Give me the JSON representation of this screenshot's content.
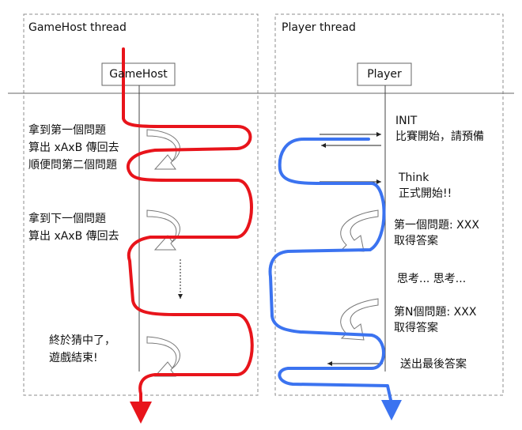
{
  "lanes": {
    "gamehost": {
      "title": "GameHost thread",
      "actor": "GameHost"
    },
    "player": {
      "title": "Player thread",
      "actor": "Player"
    }
  },
  "gamehost_steps": [
    {
      "lines": [
        "拿到第一個問題",
        "算出 xAxB 傳回去",
        "順便問第二個問題"
      ]
    },
    {
      "lines": [
        "拿到下一個問題",
        "算出 xAxB 傳回去"
      ]
    },
    {
      "lines": [
        "終於猜中了，",
        "遊戲結束!"
      ]
    }
  ],
  "player_steps": [
    {
      "lines": [
        "INIT",
        "比賽開始，請預備"
      ]
    },
    {
      "lines": [
        "Think",
        "正式開始!!"
      ]
    },
    {
      "lines": [
        "第一個問題: XXX",
        "取得答案"
      ]
    },
    {
      "lines": [
        "思考... 思考..."
      ]
    },
    {
      "lines": [
        "第N個問題: XXX",
        "取得答案"
      ]
    },
    {
      "lines": [
        "送出最後答案"
      ]
    }
  ],
  "colors": {
    "gamehost_flow": "#e8141b",
    "player_flow": "#3b73f0",
    "lane_border": "#8c8c8c",
    "lifeline": "#444444"
  }
}
